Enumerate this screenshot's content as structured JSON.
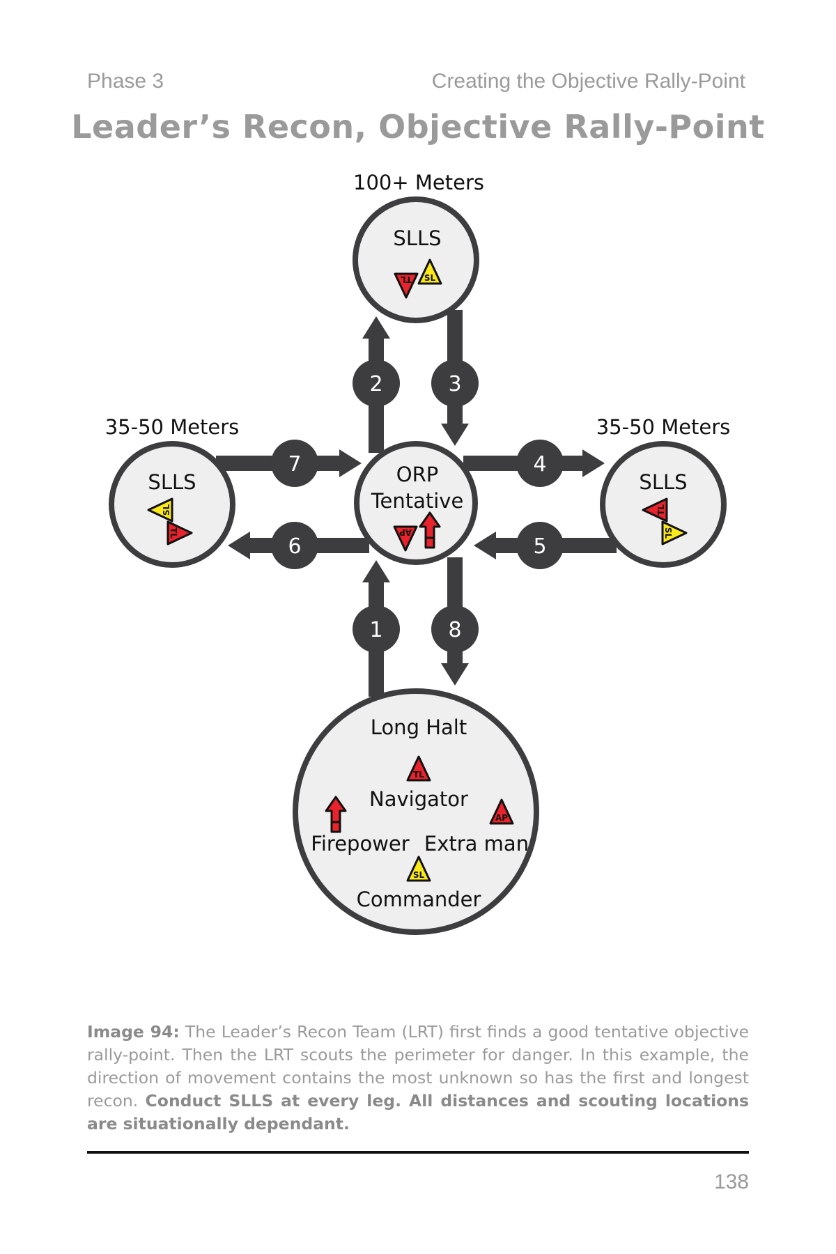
{
  "header": {
    "left": "Phase 3",
    "right": "Creating the Objective Rally-Point"
  },
  "title": "Leader’s Recon, Objective Rally-Point",
  "diagram": {
    "top_node": {
      "distance": "100+ Meters",
      "label": "SLLS",
      "badges": [
        "TL",
        "SL"
      ]
    },
    "left_node": {
      "distance": "35-50 Meters",
      "label": "SLLS",
      "badges": [
        "SL",
        "TL"
      ]
    },
    "right_node": {
      "distance": "35-50 Meters",
      "label": "SLLS",
      "badges": [
        "TL",
        "SL"
      ]
    },
    "center_node": {
      "line1": "ORP",
      "line2": "Tentative",
      "badges": [
        "AP",
        "firepower"
      ]
    },
    "bottom_node": {
      "title": "Long Halt",
      "navigator": "Navigator",
      "firepower": "Firepower",
      "extra_man": "Extra man",
      "commander": "Commander",
      "badges": [
        "TL",
        "firepower",
        "AP",
        "SL"
      ]
    },
    "steps": [
      "1",
      "2",
      "3",
      "4",
      "5",
      "6",
      "7",
      "8"
    ],
    "colors": {
      "arrow": "#3d3d3f",
      "node_fill": "#efefef",
      "badge_red": "#e8232b",
      "badge_yellow": "#fbe91b"
    }
  },
  "caption": {
    "label": "Image 94:",
    "text": " The Leader’s Recon Team (LRT) first finds a good tentative objective rally-point. Then the LRT scouts the perimeter for danger. In this example, the direction of movement contains the most unknown so has the first and longest recon. ",
    "emphasis": "Conduct SLLS at every leg. All distances and scouting locations are situationally dependant."
  },
  "page_number": "138"
}
